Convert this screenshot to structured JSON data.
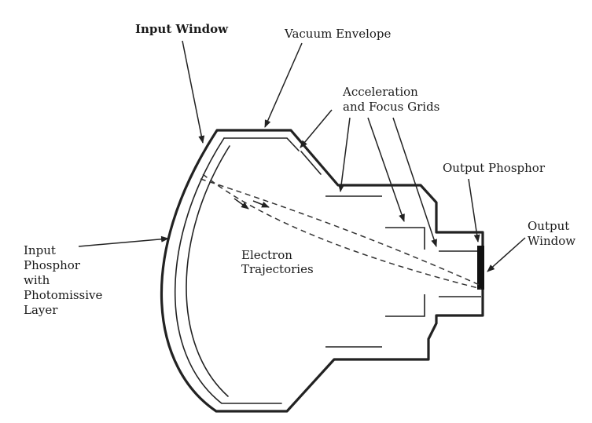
{
  "labels": {
    "input_window": "Input Window",
    "vacuum_envelope": "Vacuum Envelope",
    "accel_grids_line1": "Acceleration",
    "accel_grids_line2": "and Focus Grids",
    "output_phosphor": "Output Phosphor",
    "output_window_line1": "Output",
    "output_window_line2": "Window",
    "input_phosphor_line1": "Input",
    "input_phosphor_line2": "Phosphor",
    "input_phosphor_line3": "with",
    "input_phosphor_line4": "Photomissive",
    "input_phosphor_line5": "Layer",
    "electron_traj_line1": "Electron",
    "electron_traj_line2": "Trajectories"
  },
  "colors": {
    "line": "#222222",
    "background": "#ffffff"
  }
}
